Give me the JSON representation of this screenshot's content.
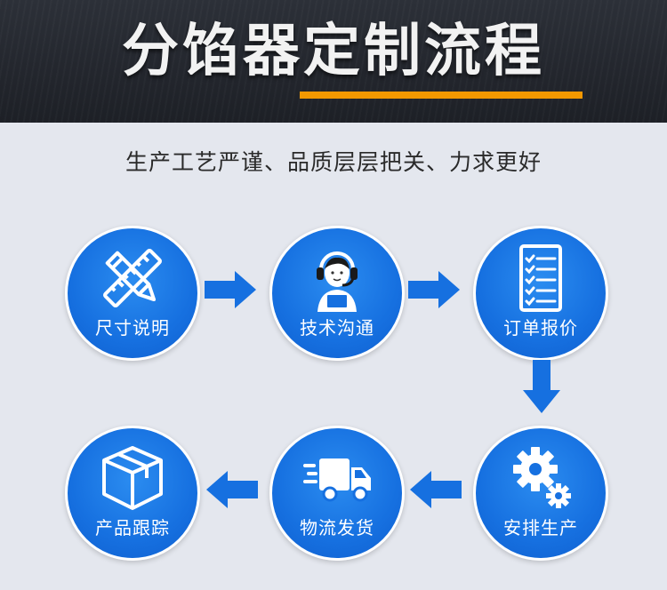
{
  "header": {
    "title": "分馅器定制流程",
    "subtitle": "生产工艺严谨、品质层层把关、力求更好"
  },
  "colors": {
    "accent": "#f39800",
    "step_blue": "#1670e0",
    "header_dark": "#23262d"
  },
  "steps": [
    {
      "label": "尺寸说明",
      "icon": "ruler-pencil-icon"
    },
    {
      "label": "技术沟通",
      "icon": "customer-service-icon"
    },
    {
      "label": "订单报价",
      "icon": "checklist-icon"
    },
    {
      "label": "安排生产",
      "icon": "gears-icon"
    },
    {
      "label": "物流发货",
      "icon": "delivery-truck-icon"
    },
    {
      "label": "产品跟踪",
      "icon": "package-box-icon"
    }
  ]
}
